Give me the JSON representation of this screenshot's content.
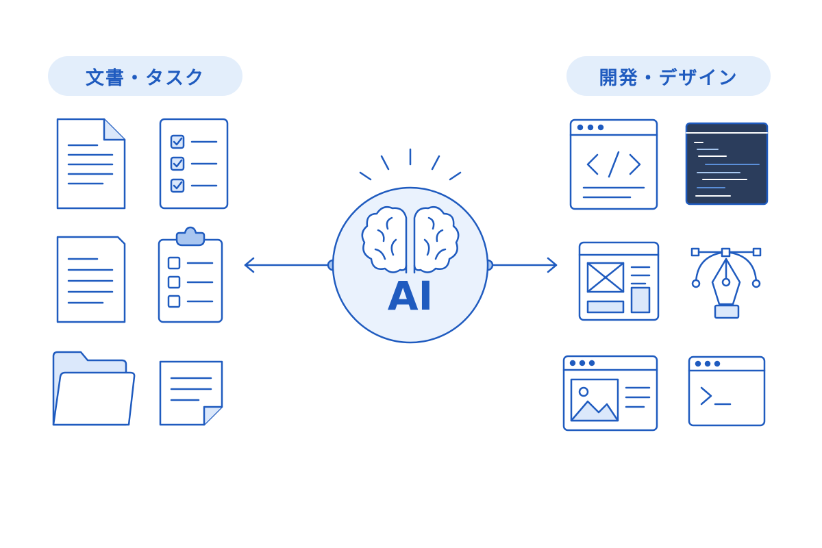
{
  "sections": {
    "left": {
      "title": "文書・タスク"
    },
    "right": {
      "title": "開発・デザイン"
    }
  },
  "center": {
    "label": "AI"
  },
  "icons": {
    "left": [
      "document-icon",
      "checklist-icon",
      "note-icon",
      "clipboard-icon",
      "folder-icon",
      "sticky-note-icon"
    ],
    "right": [
      "code-window-icon",
      "code-editor-icon",
      "layout-icon",
      "pen-tool-icon",
      "image-window-icon",
      "terminal-icon"
    ]
  },
  "colors": {
    "primary": "#1f5bbf",
    "pill_bg": "#e3eefb",
    "light_fill": "#dbe8fb",
    "editor_bg": "#2b3d5c",
    "code_line_light": "#a8c8f0",
    "code_line_accent": "#5b8fd9"
  }
}
